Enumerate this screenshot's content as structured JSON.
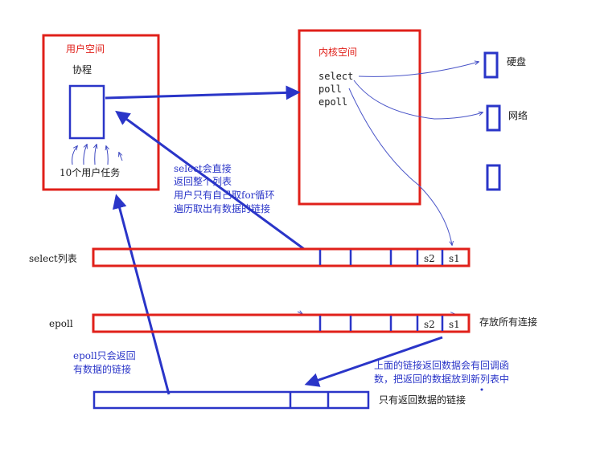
{
  "user_space": {
    "title": "用户空间",
    "coroutine": "协程",
    "tasks": "10个用户任务"
  },
  "kernel_space": {
    "title": "内核空间",
    "calls": [
      "select",
      "poll",
      "epoll"
    ]
  },
  "devices": {
    "disk": "硬盘",
    "network": "网络"
  },
  "select_note": {
    "lines": [
      "select会直接",
      "返回整个列表",
      "用户只有自己取for循环",
      "遍历取出有数据的链接"
    ]
  },
  "lists": {
    "select_label": "select列表",
    "epoll_label": "epoll",
    "epoll_note": "存放所有连接",
    "cells": {
      "s2": "s2",
      "s1": "s1"
    },
    "result_note": "只有返回数据的链接"
  },
  "epoll_note": {
    "lines": [
      "epoll只会返回",
      "有数据的链接"
    ]
  },
  "callback_note": {
    "lines": [
      "上面的链接返回数据会有回调函",
      "数，把返回的数据放到新列表中"
    ]
  },
  "colors": {
    "red": "#e0201a",
    "blue": "#2a35c8",
    "dark": "#1a1a1a"
  }
}
